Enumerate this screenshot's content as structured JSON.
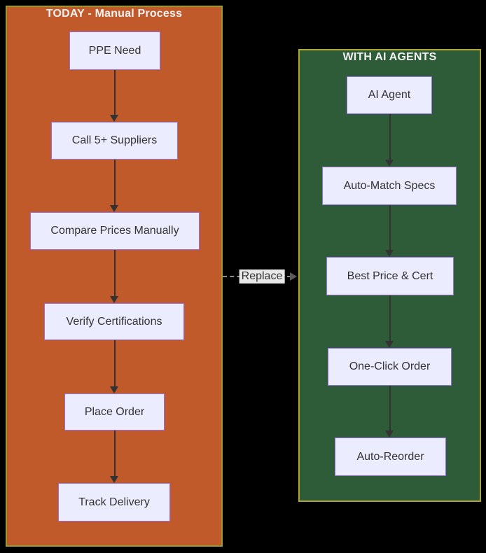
{
  "left_panel": {
    "title": "TODAY - Manual Process",
    "fill": "#C05A2B",
    "border_color": "#9A9A33",
    "nodes": [
      {
        "label": "PPE Need"
      },
      {
        "label": "Call 5+ Suppliers"
      },
      {
        "label": "Compare Prices Manually"
      },
      {
        "label": "Verify Certifications"
      },
      {
        "label": "Place Order"
      },
      {
        "label": "Track Delivery"
      }
    ]
  },
  "right_panel": {
    "title": "WITH AI AGENTS",
    "fill": "#2E5B38",
    "border_color": "#B1A535",
    "nodes": [
      {
        "label": "AI Agent"
      },
      {
        "label": "Auto-Match Specs"
      },
      {
        "label": "Best Price & Cert"
      },
      {
        "label": "One-Click Order"
      },
      {
        "label": "Auto-Reorder"
      }
    ]
  },
  "edge_label": {
    "replace": "Replace"
  },
  "colors": {
    "background": "#000000",
    "node_fill": "#ECECFF",
    "node_border": "#9370DB",
    "node_text": "#333333",
    "arrow": "#333333",
    "replace_dash": "#8C8C8C",
    "edge_label_bg": "#E8E8E8",
    "title_text": "#F2F2F2"
  }
}
